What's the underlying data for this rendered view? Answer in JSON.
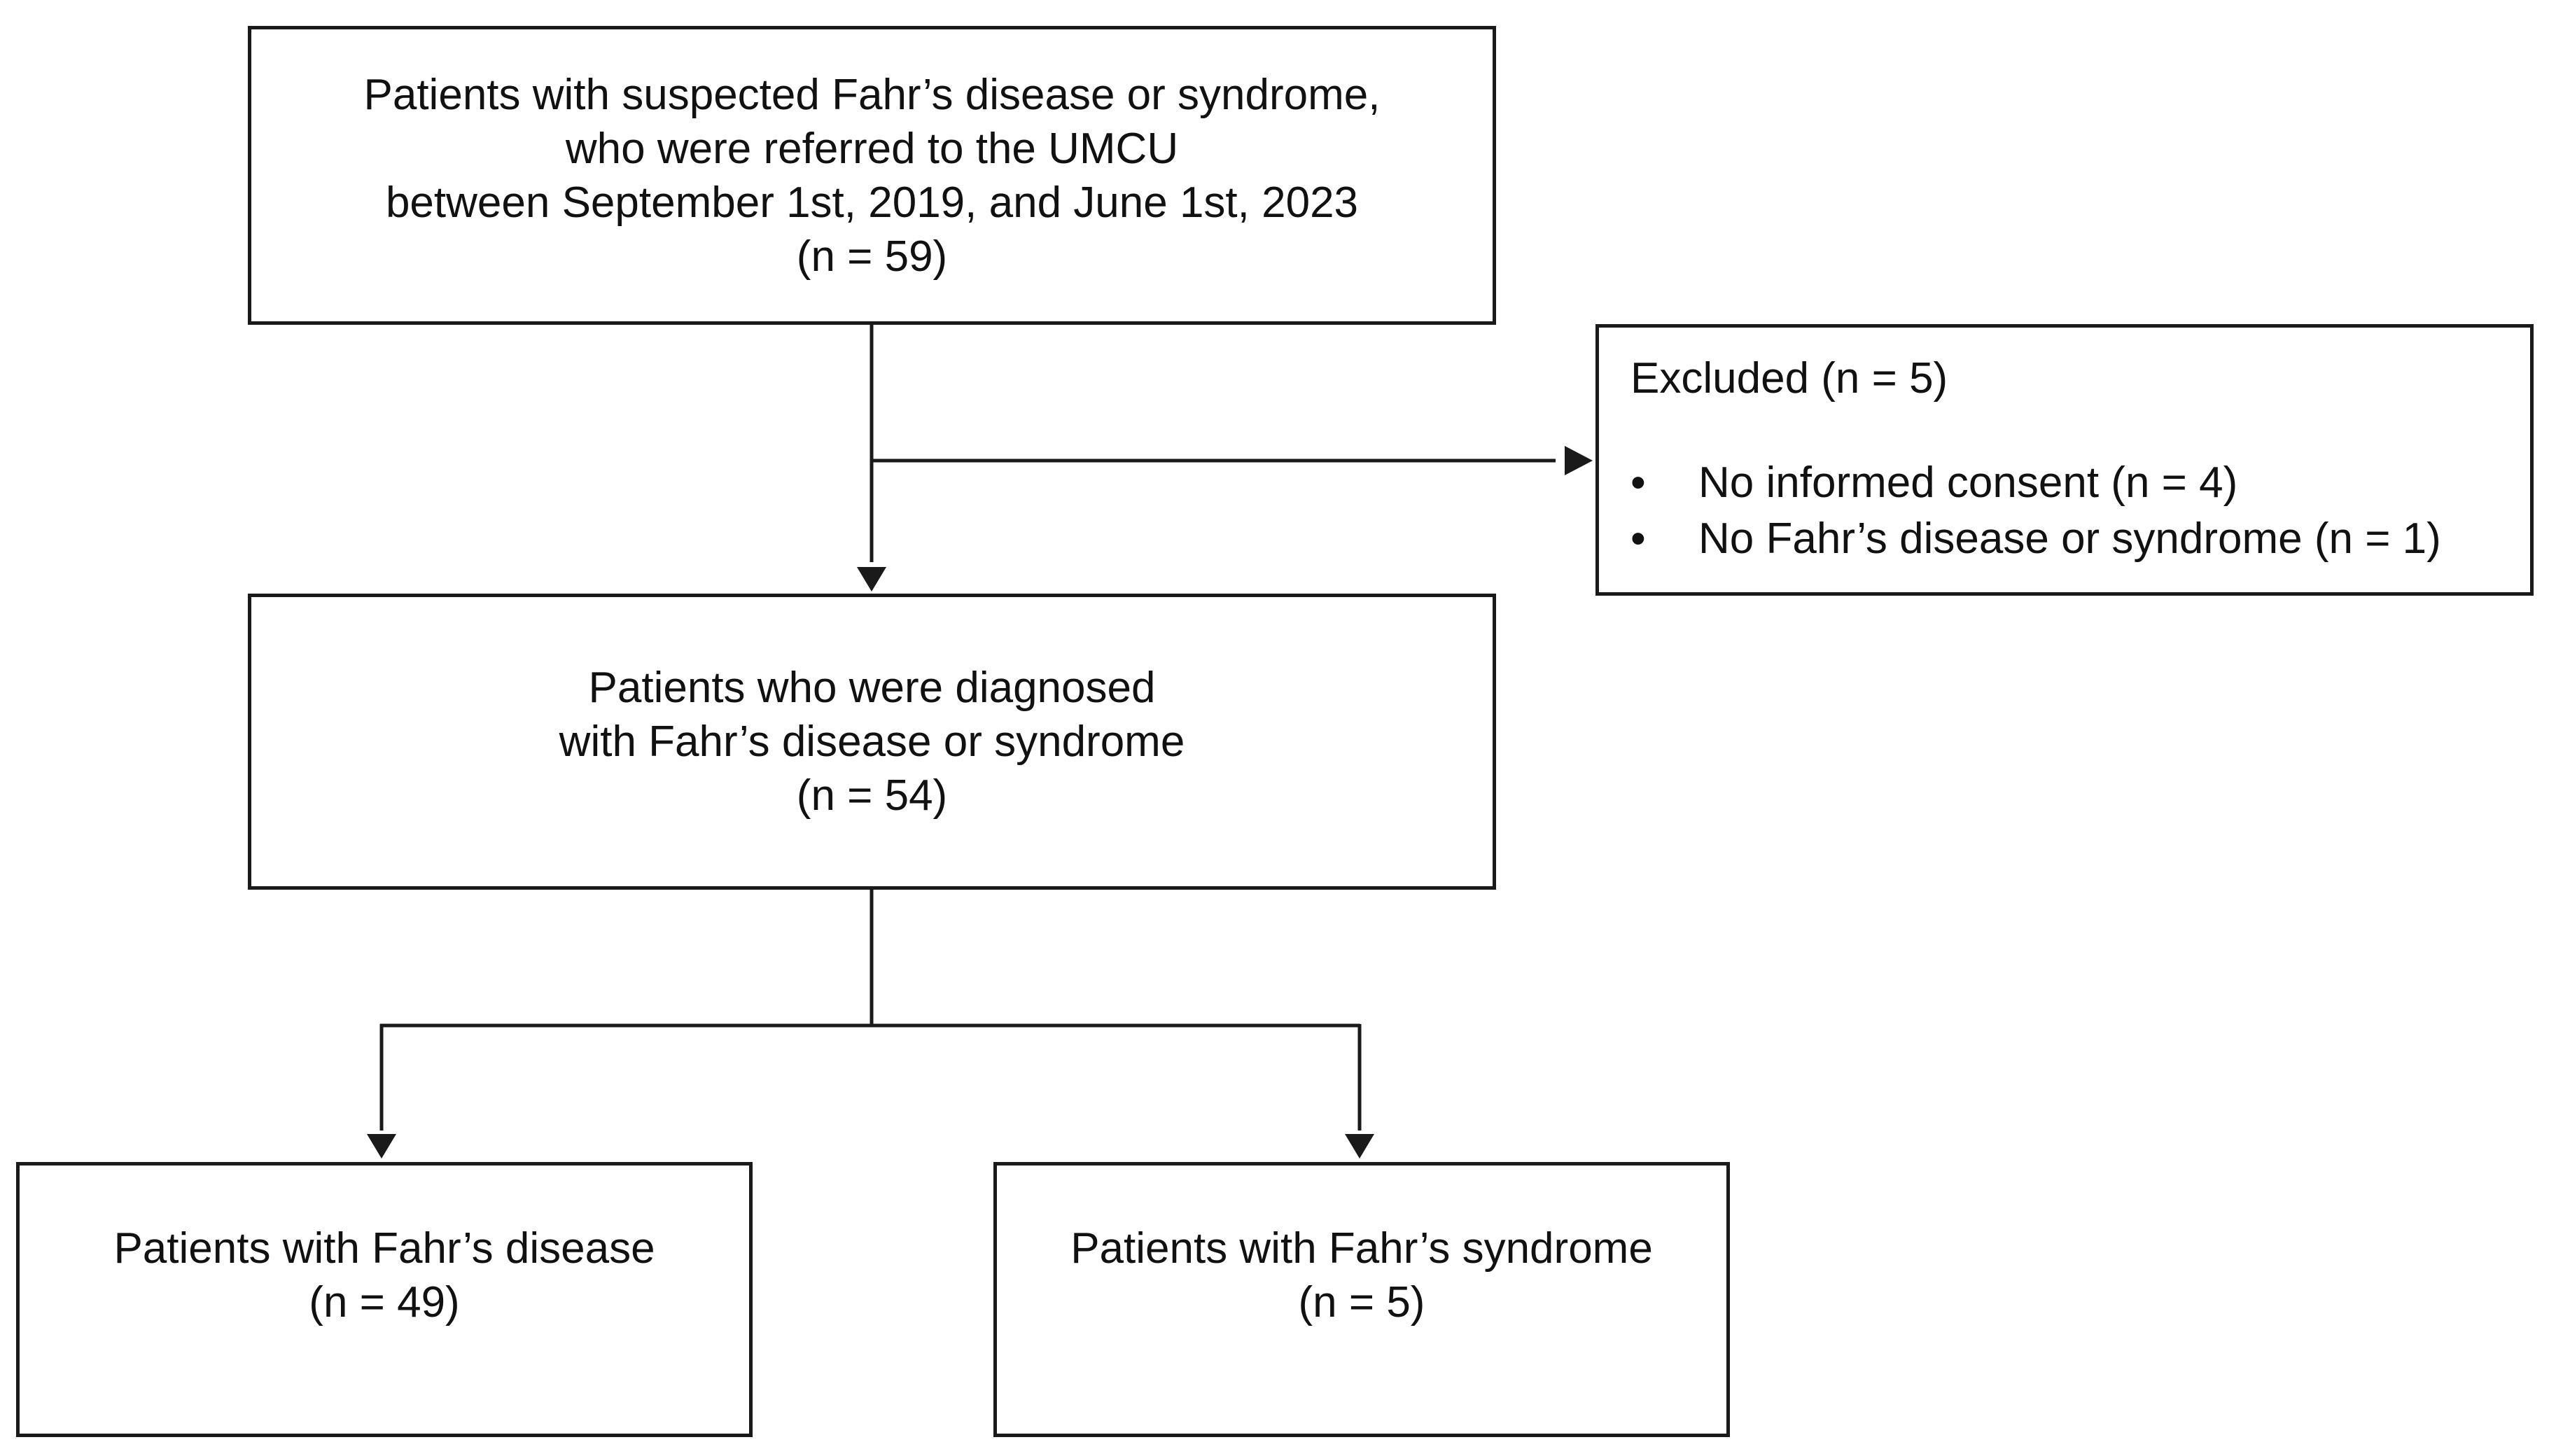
{
  "flowchart": {
    "screening": {
      "lines": [
        "Patients with suspected Fahr’s disease or syndrome,",
        "who were referred to the UMCU",
        "between September 1st, 2019, and June 1st, 2023",
        "(n = 59)"
      ]
    },
    "excluded": {
      "title": "Excluded (n = 5)",
      "bullet": "•",
      "reasons": [
        "No informed consent (n = 4)",
        "No Fahr’s disease or syndrome (n = 1)"
      ]
    },
    "diagnosed": {
      "lines": [
        "Patients who were diagnosed",
        "with Fahr’s disease or syndrome",
        "(n = 54)"
      ]
    },
    "disease": {
      "lines": [
        "Patients with Fahr’s disease",
        "(n = 49)"
      ]
    },
    "syndrome": {
      "lines": [
        "Patients with Fahr’s syndrome",
        "(n = 5)"
      ]
    }
  },
  "colors": {
    "line": "#1a1a1a",
    "text": "#111111",
    "background": "#ffffff"
  }
}
